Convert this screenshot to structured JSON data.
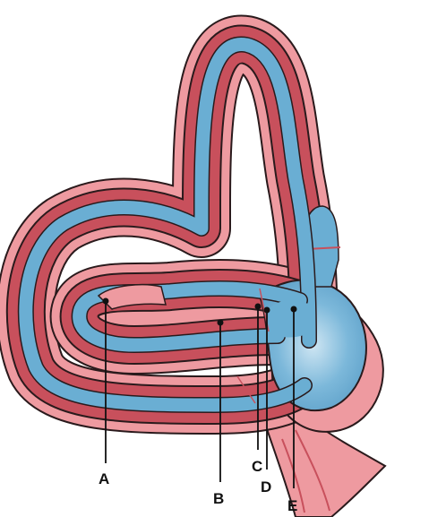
{
  "labels": {
    "a": "A",
    "b": "B",
    "c": "C",
    "d": "D",
    "e": "E"
  },
  "colors": {
    "outer_membrane": "#ee9aa0",
    "wall": "#c8505c",
    "fluid": "#6aaed3",
    "outline": "#2a1a1c"
  }
}
